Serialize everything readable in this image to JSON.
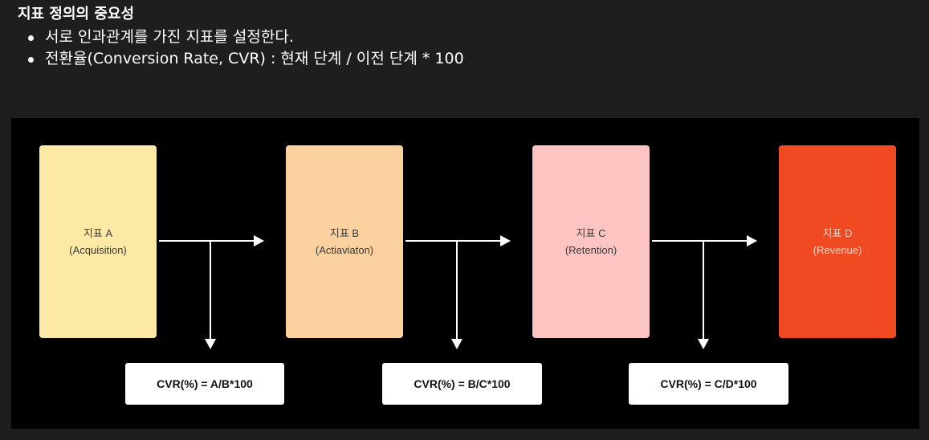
{
  "header": {
    "title": "지표 정의의 중요성",
    "bullets": [
      "서로 인과관계를 가진 지표를 설정한다.",
      "전환율(Conversion Rate, CVR) : 현재 단계 / 이전 단계 * 100"
    ]
  },
  "diagram": {
    "metrics": [
      {
        "name": "지표 A",
        "subtitle": "(Acquisition)",
        "color": "#fde9a6"
      },
      {
        "name": "지표 B",
        "subtitle": "(Actiaviaton)",
        "color": "#fad19f"
      },
      {
        "name": "지표 C",
        "subtitle": "(Retention)",
        "color": "#fdc5c1"
      },
      {
        "name": "지표 D",
        "subtitle": "(Revenue)",
        "color": "#f04a23"
      }
    ],
    "formulas": [
      "CVR(%) = A/B*100",
      "CVR(%) = B/C*100",
      "CVR(%) = C/D*100"
    ]
  }
}
